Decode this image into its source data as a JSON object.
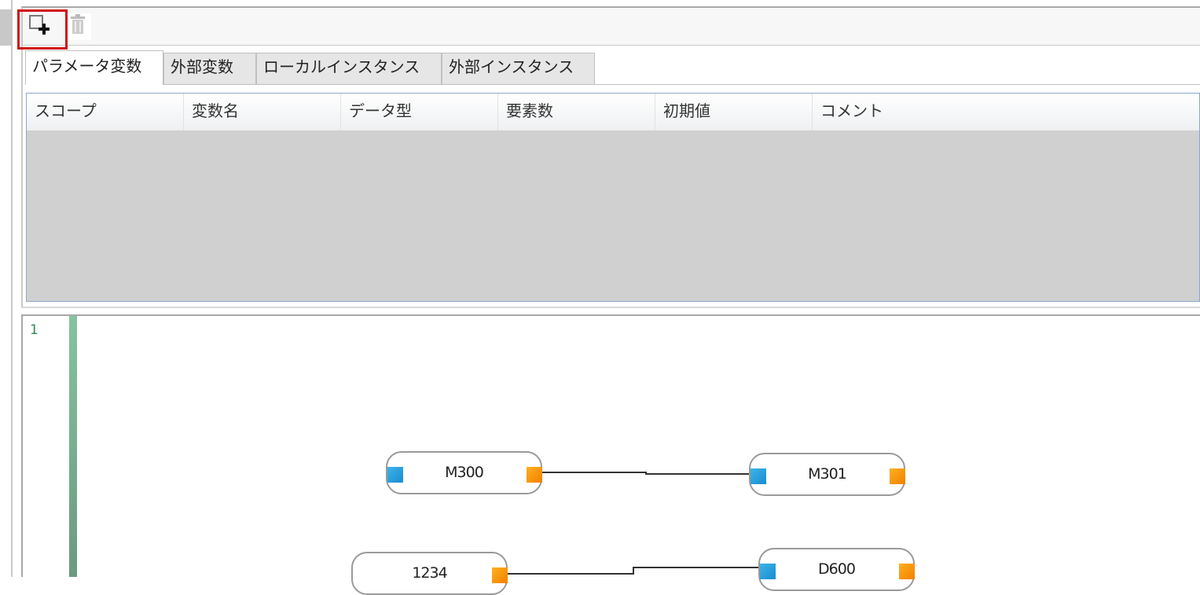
{
  "toolbar": {
    "add_icon": "add-row-icon",
    "delete_icon": "trash-icon"
  },
  "tabs": [
    {
      "label": "パラメータ変数",
      "active": true
    },
    {
      "label": "外部変数"
    },
    {
      "label": "ローカルインスタンス"
    },
    {
      "label": "外部インスタンス"
    }
  ],
  "grid": {
    "columns": [
      "スコープ",
      "変数名",
      "データ型",
      "要素数",
      "初期値",
      "コメント"
    ],
    "rows": []
  },
  "diagram": {
    "line_number": "1",
    "nodes": [
      {
        "label": "M300",
        "input": true,
        "output": true
      },
      {
        "label": "M301",
        "input": true,
        "output": true
      },
      {
        "label": "1234",
        "input": false,
        "output": true
      },
      {
        "label": "D600",
        "input": true,
        "output": true
      }
    ],
    "connections": [
      [
        "M300",
        "M301"
      ],
      [
        "1234",
        "D600"
      ]
    ]
  },
  "colors": {
    "highlight": "#d01010",
    "input_pin": "#1a8cd0",
    "output_pin": "#f08000",
    "rail": "#84c4a0"
  }
}
